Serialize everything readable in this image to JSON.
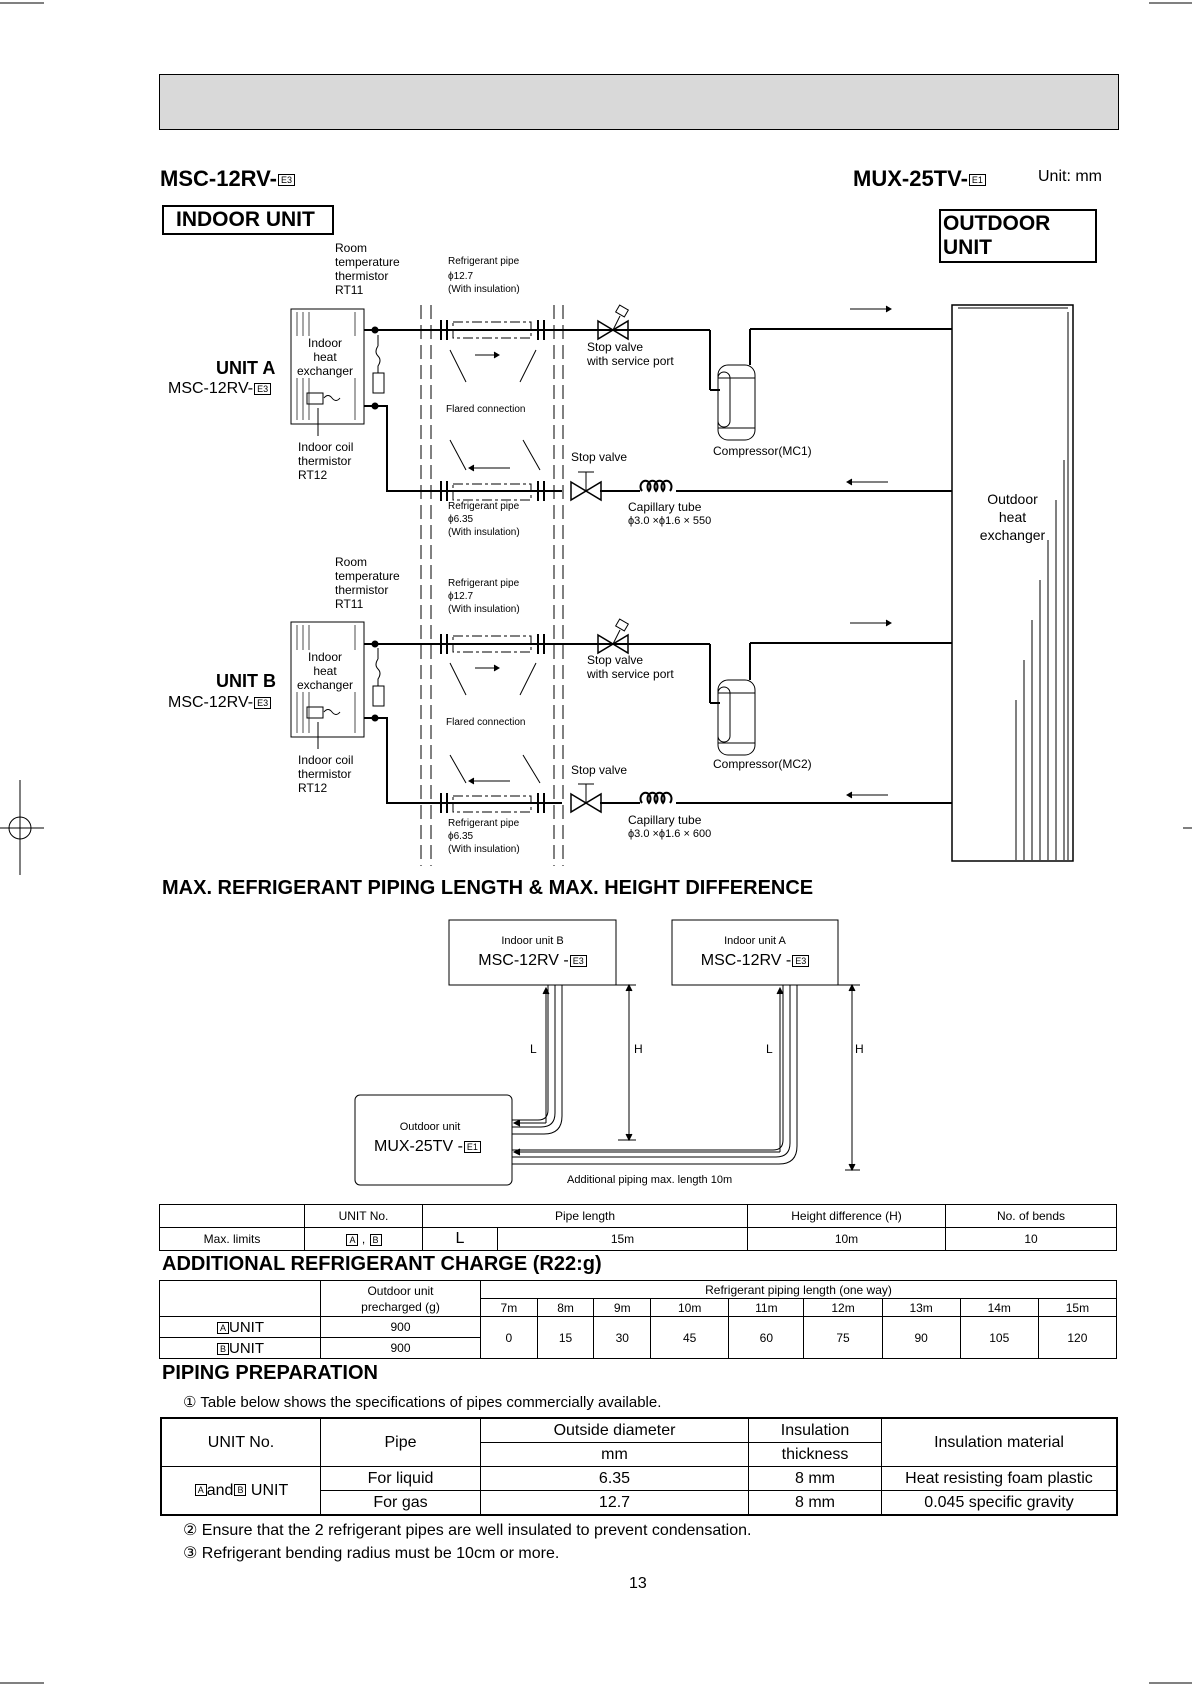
{
  "models": {
    "indoor_model": "MSC-12RV-",
    "indoor_badge": "E3",
    "outdoor_model": "MUX-25TV-",
    "outdoor_badge": "E1",
    "unit": "Unit: mm",
    "indoor_label": "INDOOR UNIT",
    "outdoor_label": "OUTDOOR UNIT"
  },
  "diagram": {
    "unit_a": "UNIT A",
    "unit_b": "UNIT B",
    "model": "MSC-12RV-",
    "badge": "E3",
    "room_thermistor": [
      "Room",
      "temperature",
      "thermistor",
      "RT11"
    ],
    "indoor_hx": [
      "Indoor",
      "heat",
      "exchanger"
    ],
    "coil_thermistor": [
      "Indoor coil",
      "thermistor",
      "RT12"
    ],
    "ref_pipe": "Refrigerant pipe",
    "gas_dia": "ϕ12.7",
    "liq_dia": "ϕ6.35",
    "with_insulation": "(With insulation)",
    "flared": "Flared connection",
    "stop_valve_service": [
      "Stop valve",
      "with service port"
    ],
    "stop_valve": "Stop valve",
    "capillary": "Capillary tube",
    "cap_a": "ϕ3.0 ×ϕ1.6 × 550",
    "cap_b": "ϕ3.0 ×ϕ1.6 × 600",
    "compressor_1": "Compressor(MC1)",
    "compressor_2": "Compressor(MC2)",
    "outdoor_hx": [
      "Outdoor",
      "heat",
      "exchanger"
    ]
  },
  "piping": {
    "heading": "MAX. REFRIGERANT PIPING LENGTH & MAX.  HEIGHT DIFFERENCE",
    "indoor_b": "Indoor unit B",
    "indoor_a": "Indoor unit A",
    "indoor_model": "MSC-12RV -",
    "outdoor_title": "Outdoor unit",
    "outdoor_model": "MUX-25TV -",
    "L": "L",
    "H": "H",
    "additional": "Additional piping max. length 10m"
  },
  "limits_table": {
    "headers": [
      "UNIT No.",
      "Pipe length",
      "Height difference (H)",
      "No. of bends"
    ],
    "row_label": "Max. limits",
    "units": [
      "A",
      "B"
    ],
    "L": "L",
    "pipe_length": "15m",
    "height": "10m",
    "bends": "10"
  },
  "charge": {
    "heading": "ADDITIONAL REFRIGERANT CHARGE (R22:g)",
    "precharged_header": [
      "Outdoor unit",
      "precharged (g)"
    ],
    "length_header": "Refrigerant piping length (one way)",
    "lengths": [
      "7m",
      "8m",
      "9m",
      "10m",
      "11m",
      "12m",
      "13m",
      "14m",
      "15m"
    ],
    "values": [
      "0",
      "15",
      "30",
      "45",
      "60",
      "75",
      "90",
      "105",
      "120"
    ],
    "rows": [
      {
        "badge": "A",
        "label": "UNIT",
        "precharged": "900"
      },
      {
        "badge": "B",
        "label": "UNIT",
        "precharged": "900"
      }
    ]
  },
  "prep": {
    "heading": "PIPING PREPARATION",
    "note1": "① Table below shows the specifications of pipes commercially available.",
    "headers": {
      "unit_no": "UNIT No.",
      "pipe": "Pipe",
      "outside": "Outside diameter",
      "mm": "mm",
      "insulation": "Insulation",
      "thickness": "thickness",
      "material": "Insulation material"
    },
    "unit_cell": {
      "a": "A",
      "and": "and",
      "b": "B",
      "unit": "UNIT"
    },
    "rows": [
      {
        "pipe": "For liquid",
        "dia": "6.35",
        "thick": "8 mm",
        "material": "Heat resisting foam plastic"
      },
      {
        "pipe": "For gas",
        "dia": "12.7",
        "thick": "8 mm",
        "material": "0.045 specific gravity"
      }
    ],
    "note2": "② Ensure that the 2 refrigerant pipes are well insulated to prevent condensation.",
    "note3": "③ Refrigerant bending radius must be 10cm or more."
  },
  "page_number": "13"
}
